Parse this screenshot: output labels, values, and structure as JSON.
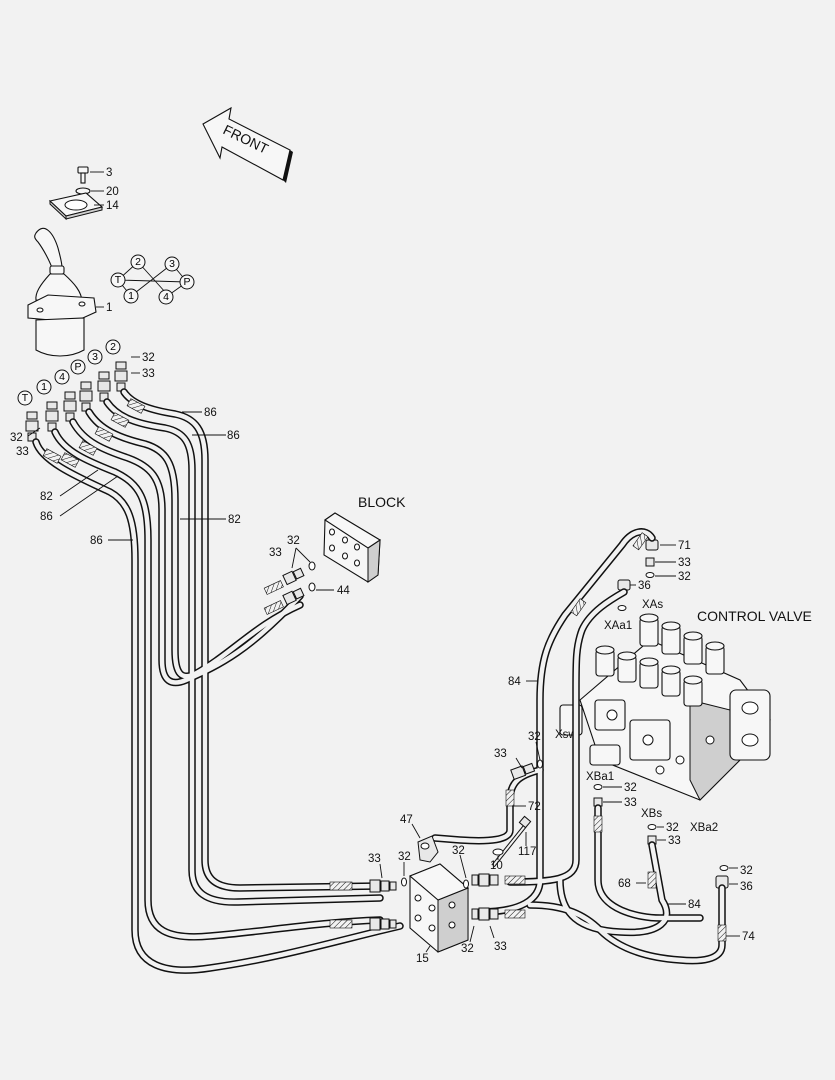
{
  "labels": {
    "front": "FRONT",
    "block": "BLOCK",
    "control_valve": "CONTROL VALVE",
    "parts": {
      "p3": "3",
      "p20": "20",
      "p14": "14",
      "p1": "1",
      "p32_a": "32",
      "p33_a": "33",
      "p86_a": "86",
      "p86_b": "86",
      "p32_b": "32",
      "p33_b": "33",
      "p82_a": "82",
      "p86_c": "86",
      "p82_b": "82",
      "p86_d": "86",
      "p33_c": "33",
      "p32_c": "32",
      "p44": "44",
      "p71": "71",
      "p33_d": "33",
      "p36_a": "36",
      "p32_d": "32",
      "p84_a": "84",
      "p33_e": "33",
      "p32_e": "32",
      "p32_f": "32",
      "p33_f": "33",
      "p72": "72",
      "p47": "47",
      "p117": "117",
      "p10": "10",
      "p33_g": "33",
      "p32_g": "32",
      "p32_h": "32",
      "p32_i": "32",
      "p33_h": "33",
      "p68": "68",
      "p84_b": "84",
      "p32_j": "32",
      "p36_b": "36",
      "p74": "74",
      "p15": "15",
      "p32_k": "32",
      "p33_i": "33"
    },
    "ports": {
      "xas": "XAs",
      "xaa1": "XAa1",
      "xsw": "Xsw",
      "xba1": "XBa1",
      "xbs": "XBs",
      "xba2": "XBa2"
    },
    "pattern_badges": {
      "b2": "2",
      "b3": "3",
      "bT": "T",
      "bP": "P",
      "b1": "1",
      "b4": "4"
    },
    "hose_badges": [
      "T",
      "1",
      "4",
      "P",
      "3",
      "2"
    ]
  }
}
